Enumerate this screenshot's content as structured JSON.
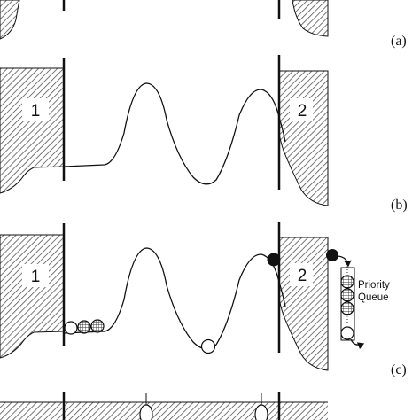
{
  "panels": [
    {
      "label": "(a)"
    },
    {
      "label": "(b)",
      "region_left": "1",
      "region_right": "2"
    },
    {
      "label": "(c)",
      "region_left": "1",
      "region_right": "2",
      "queue_label_line1": "Priority",
      "queue_label_line2": "Queue"
    }
  ],
  "colors": {
    "ink": "#111111",
    "hatch": "#555555",
    "particle_fill": "#ffffff"
  },
  "icons": [
    "hatched-region",
    "particle",
    "queue-arrow"
  ]
}
